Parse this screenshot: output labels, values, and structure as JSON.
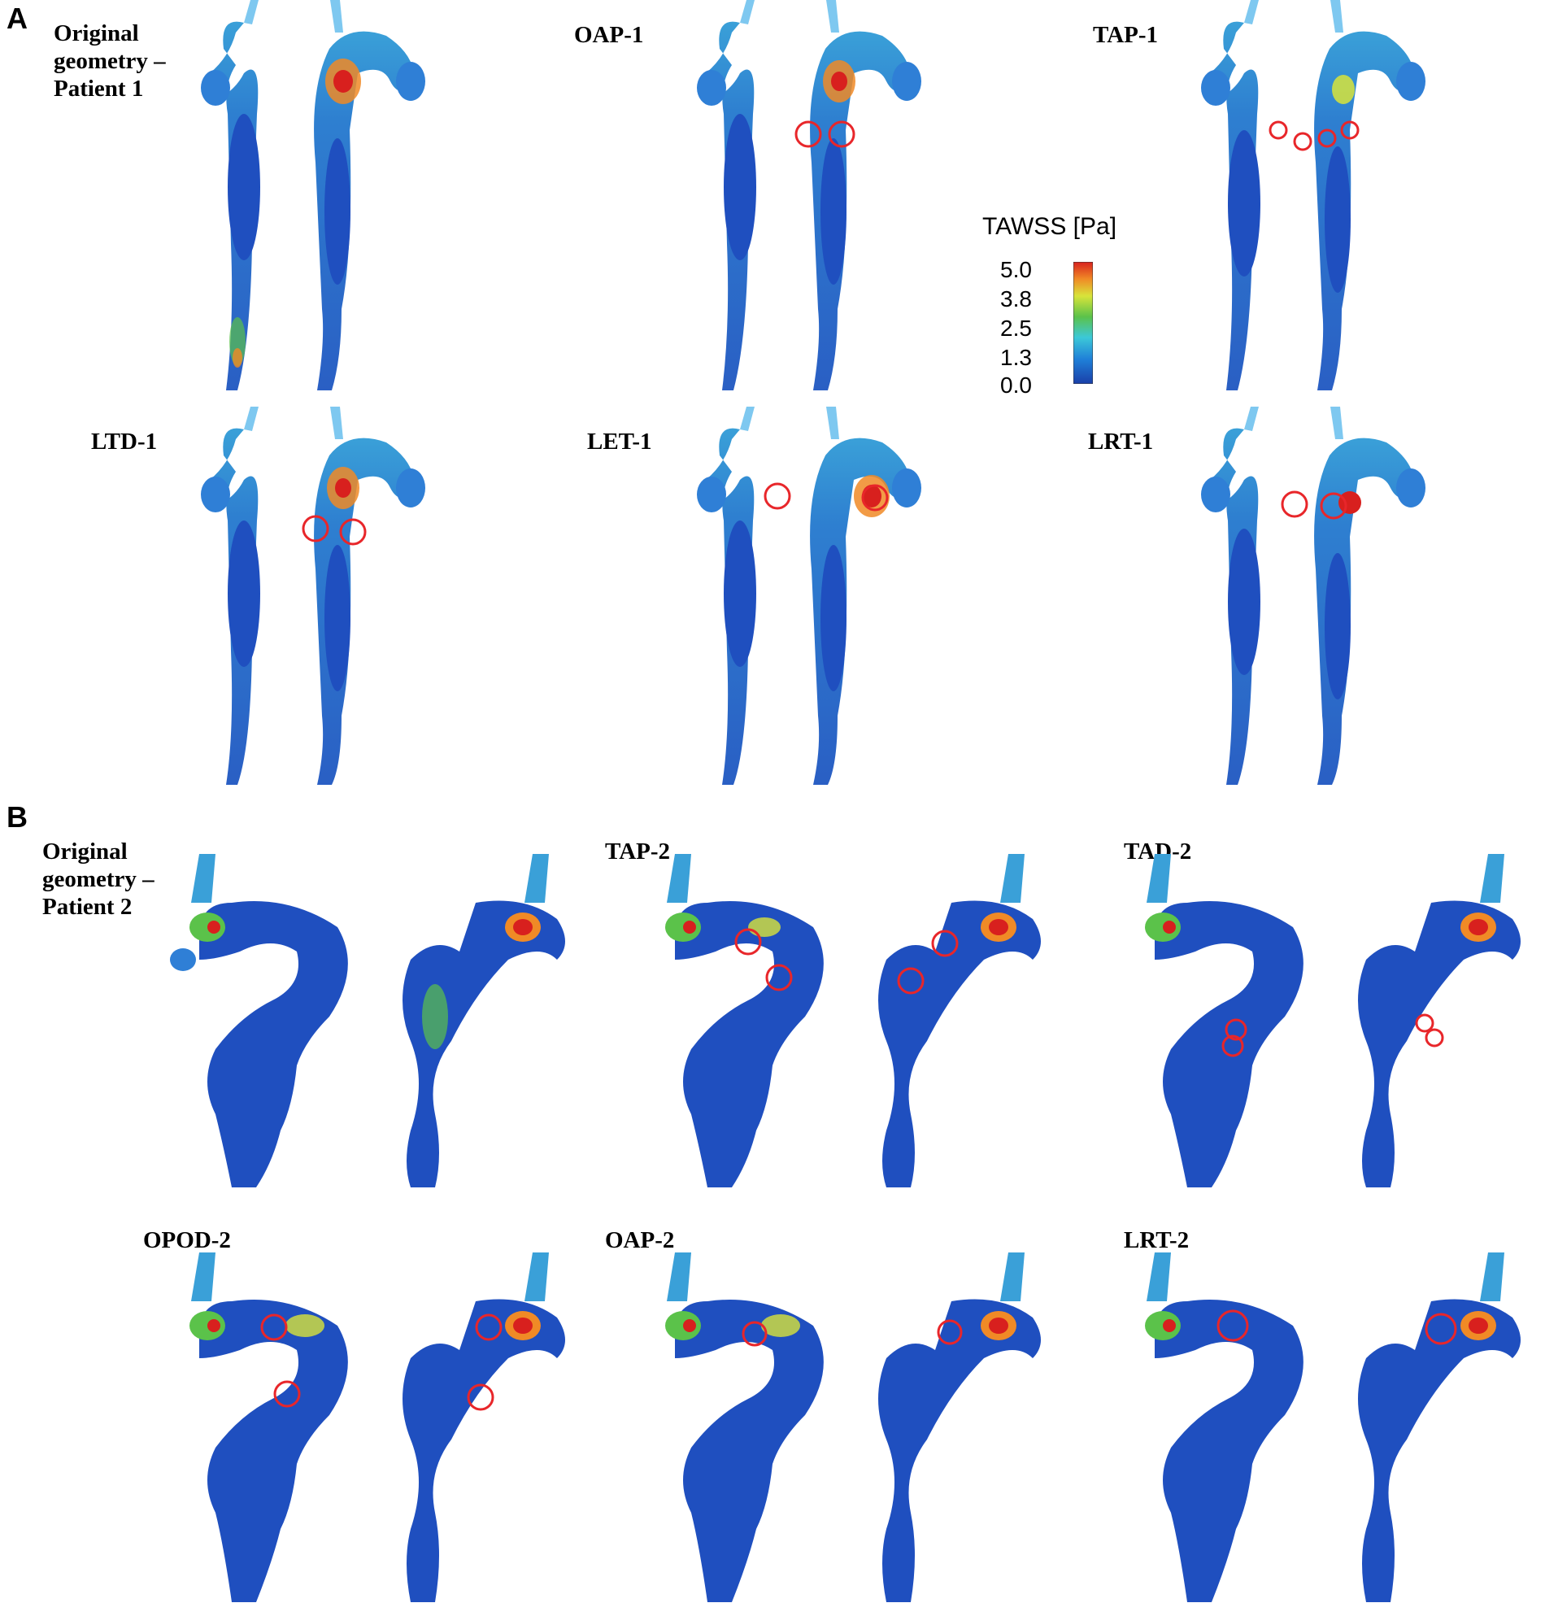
{
  "panels": [
    {
      "letter": "A",
      "groups": [
        {
          "label": [
            "Original",
            "geometry –",
            "Patient 1"
          ],
          "circles": 0
        },
        {
          "label": [
            "OAP-1"
          ],
          "circles": 2
        },
        {
          "label": [
            "TAP-1"
          ],
          "circles": 4
        },
        {
          "label": [
            "LTD-1"
          ],
          "circles": 2
        },
        {
          "label": [
            "LET-1"
          ],
          "circles": 2
        },
        {
          "label": [
            "LRT-1"
          ],
          "circles": 2
        }
      ]
    },
    {
      "letter": "B",
      "groups": [
        {
          "label": [
            "Original",
            "geometry –",
            "Patient 2"
          ],
          "circles": 0
        },
        {
          "label": [
            "TAP-2"
          ],
          "circles": 4
        },
        {
          "label": [
            "TAD-2"
          ],
          "circles": 4
        },
        {
          "label": [
            "OPOD-2"
          ],
          "circles": 4
        },
        {
          "label": [
            "OAP-2"
          ],
          "circles": 2
        },
        {
          "label": [
            "LRT-2"
          ],
          "circles": 2
        }
      ]
    }
  ],
  "colorbar": {
    "title": "TAWSS [Pa]",
    "ticks": [
      "5.0",
      "3.8",
      "2.5",
      "1.3",
      "0.0"
    ],
    "colormap": [
      "#1a3fa8",
      "#1f7fd8",
      "#3cc8d8",
      "#5bc24a",
      "#d8e43a",
      "#f08a26",
      "#d8201e"
    ]
  },
  "colors": {
    "annotation_circle": "#e8262a",
    "vessel_base": "#1f4fbf"
  }
}
